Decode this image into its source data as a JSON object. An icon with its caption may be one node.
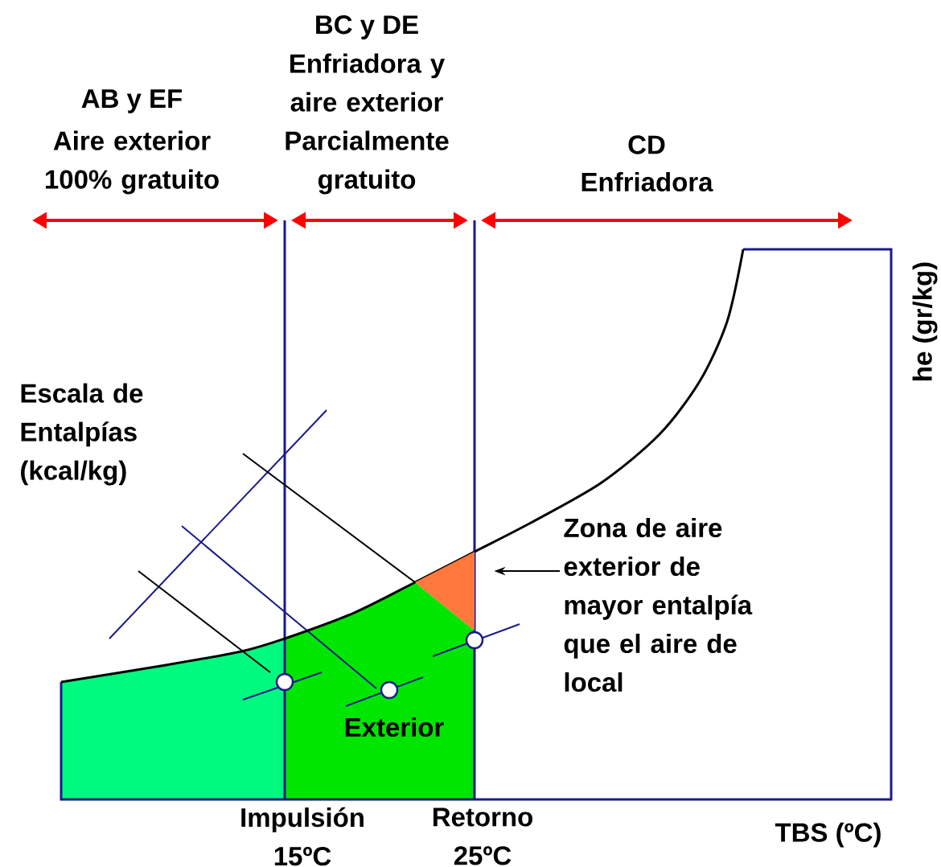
{
  "diagram": {
    "nodes": [
      {
        "text": [
          "Zona de aire exterior de mayor entalpía que el aire de local"
        ]
      },
      {
        "text": [],
        "shape": "triangle"
      }
    ],
    "edges": [
      {
        "from": 0,
        "to": 1,
        "arrow": "to"
      }
    ],
    "labels": [
      "AB y EF",
      "Aire exterior 100% gratuito",
      "BC y DE",
      "Enfriadora y aire exterior Parcialmente gratuito",
      "CD",
      "Enfriadora",
      "he (gr/kg)",
      "Escala de Entalpías (kcal/kg)",
      "Exterior",
      "Impulsión 15ºC",
      "Retorno 25ºC",
      "TBS (ºC)"
    ]
  }
}
